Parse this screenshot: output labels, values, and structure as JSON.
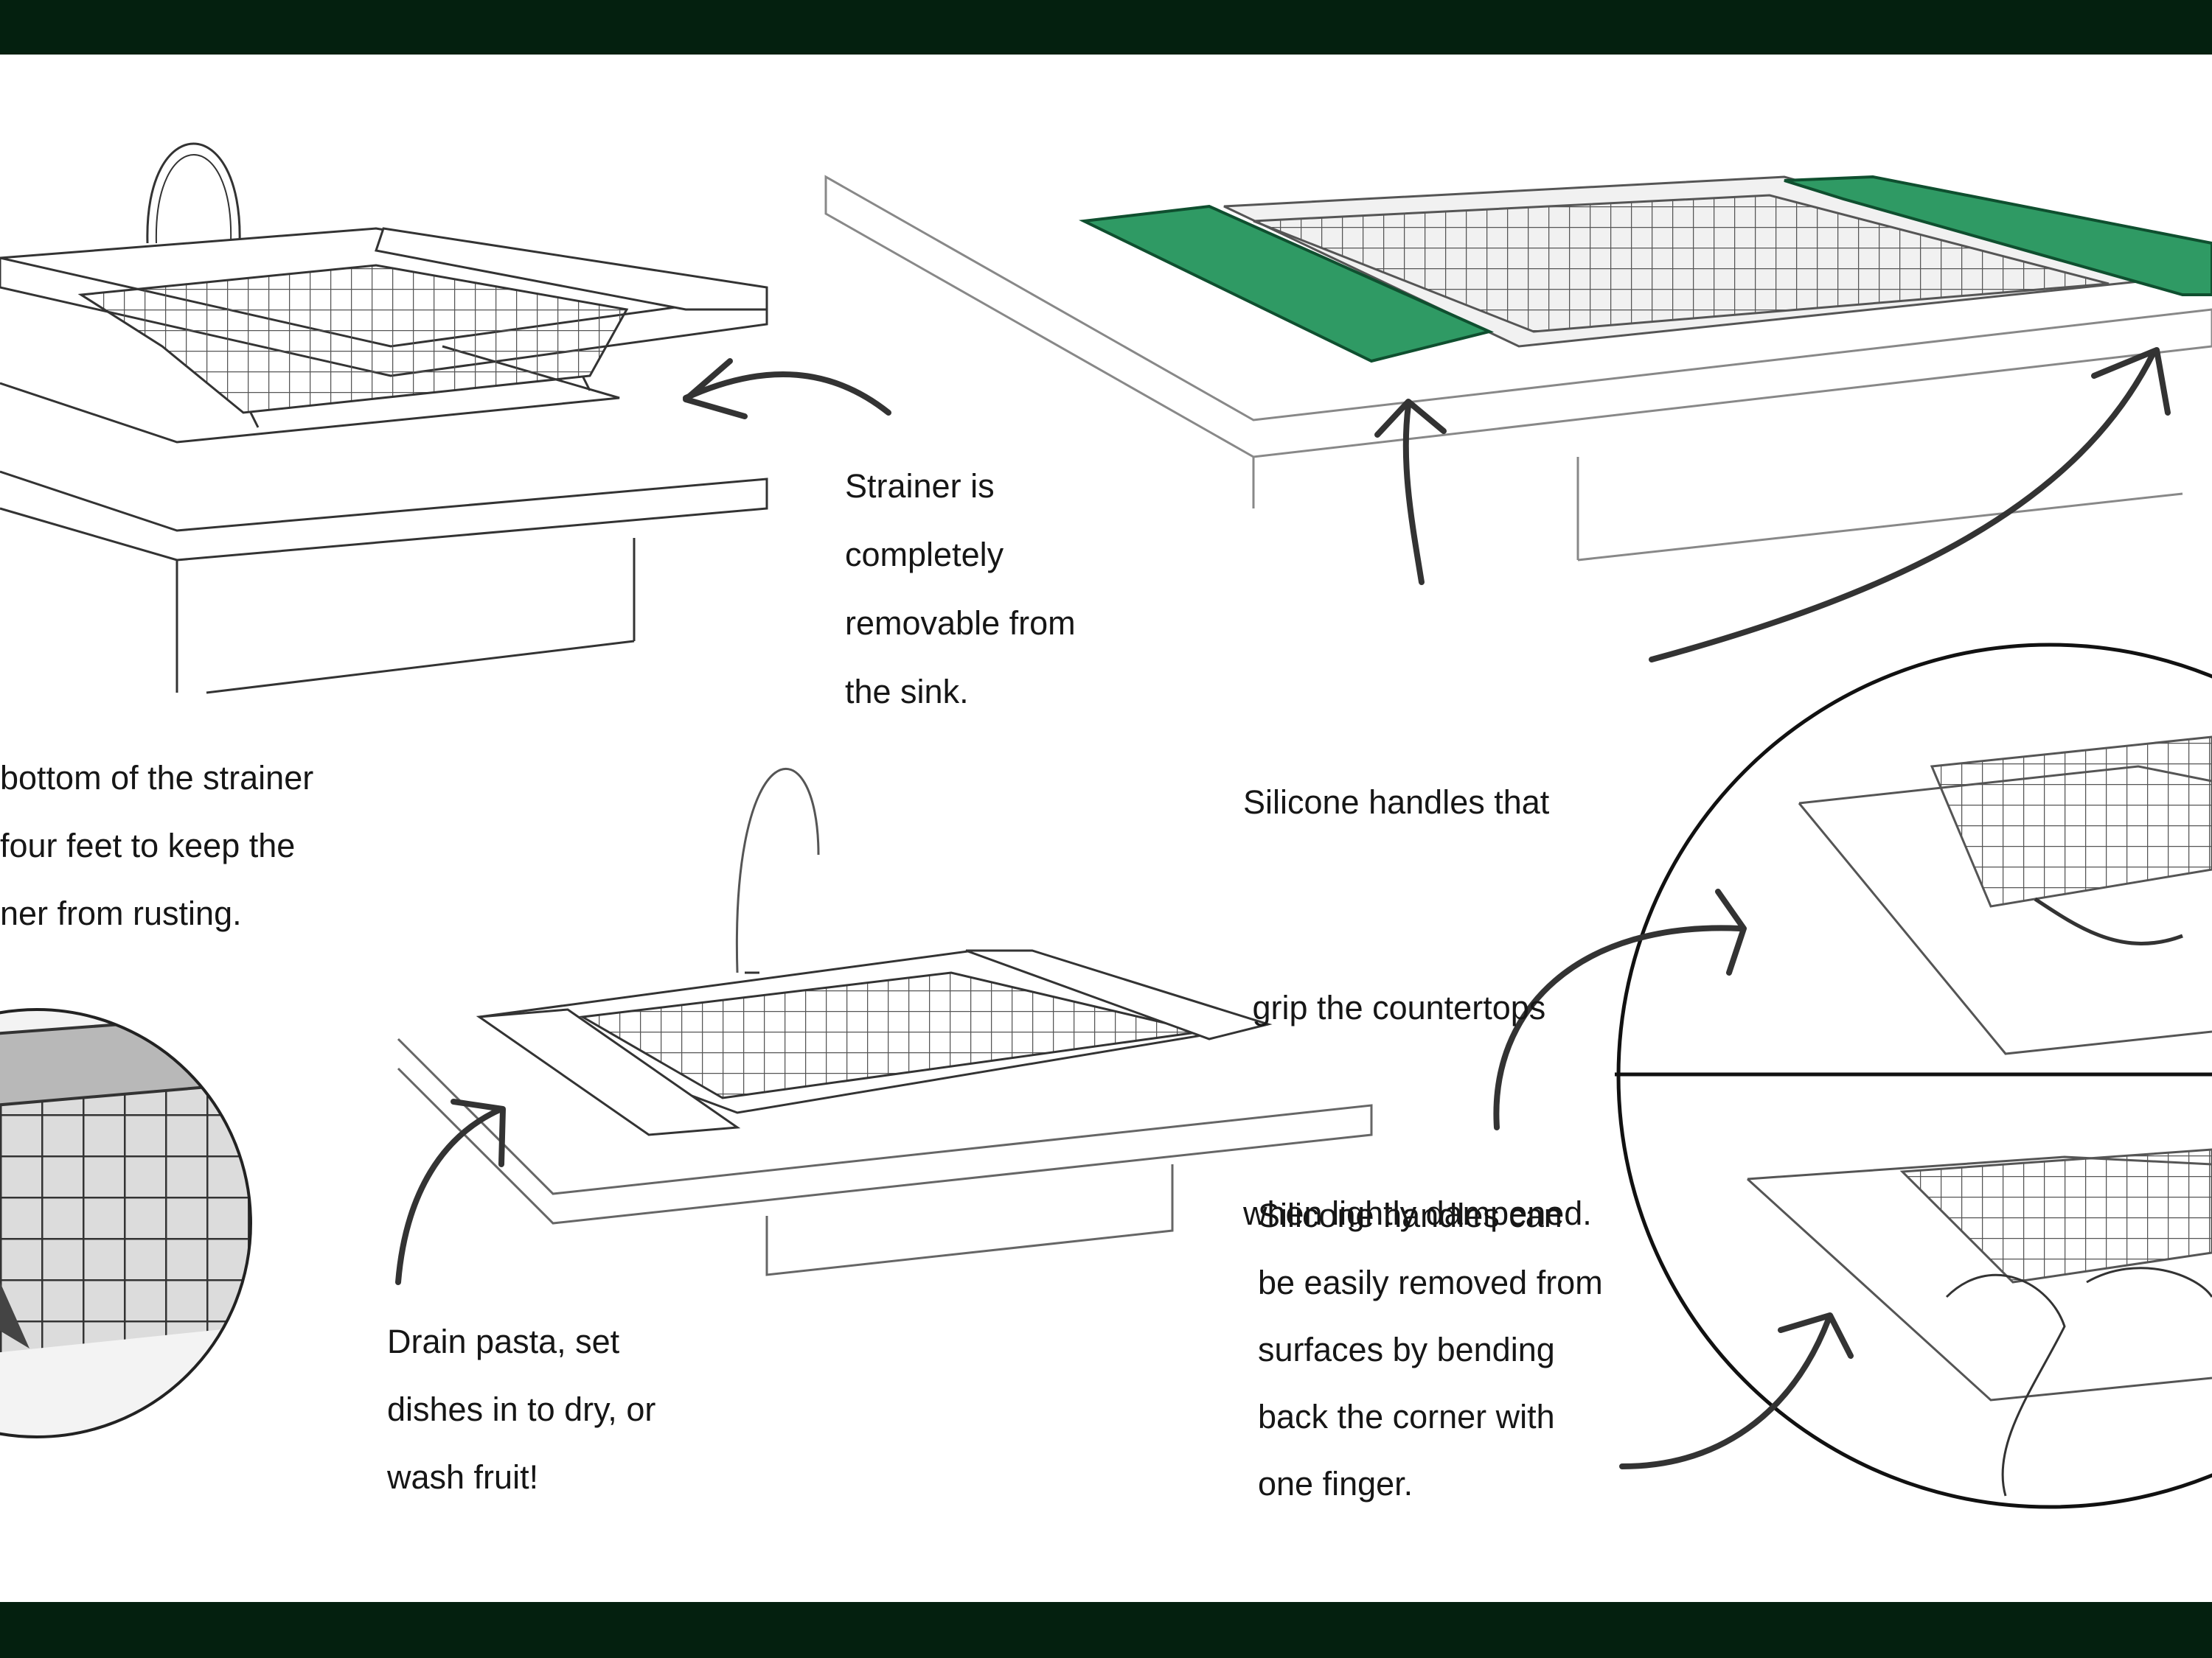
{
  "colors": {
    "frame": "#04200f",
    "silicone": "#2f9a64",
    "ink": "#333333",
    "text": "#161616"
  },
  "annotations": {
    "removable": [
      "Strainer is",
      "completely",
      "removable from",
      "the sink."
    ],
    "handles_grip": [
      "Silicone handles that",
      " grip the countertops",
      "when lightly dampened."
    ],
    "feet": [
      "bottom of the strainer",
      "four feet to keep the",
      "ner from rusting."
    ],
    "uses": [
      "Drain pasta, set",
      "dishes in to dry, or",
      "wash fruit!"
    ],
    "handles_remove": [
      "Silicone handles can",
      "be easily removed from",
      "surfaces by bending",
      "back the corner with",
      "one finger."
    ]
  }
}
